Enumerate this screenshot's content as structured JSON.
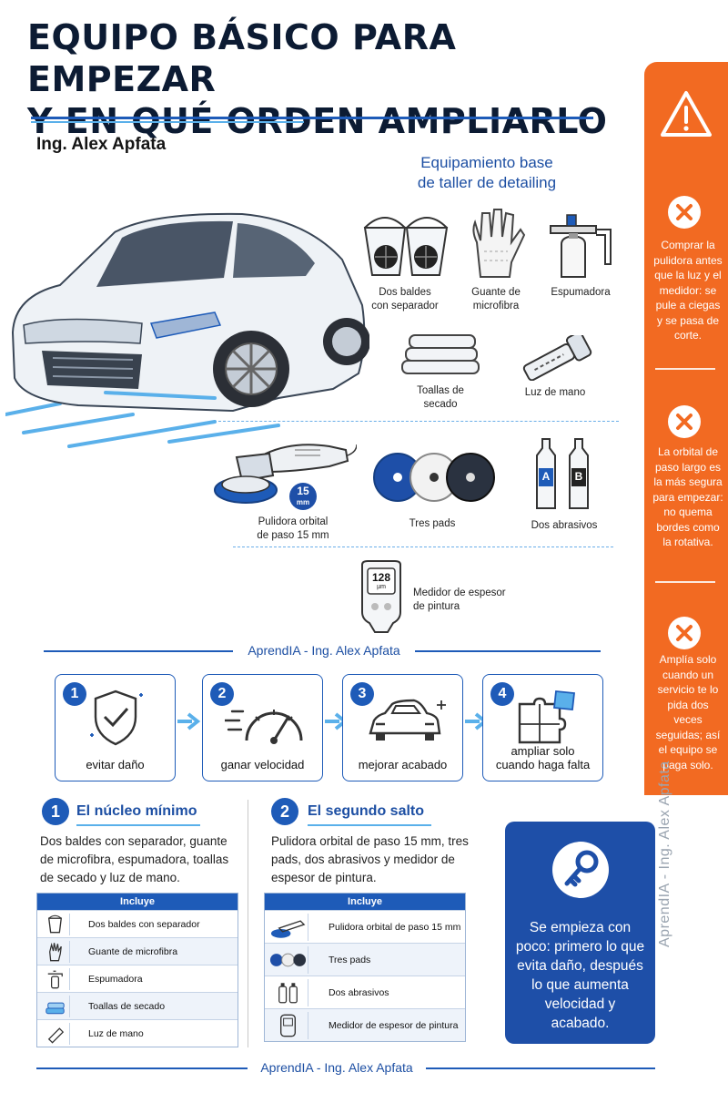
{
  "title": {
    "line1": "EQUIPO BÁSICO PARA EMPEZAR",
    "line2": "Y EN QUÉ ORDEN AMPLIARLO"
  },
  "author": "Ing. Alex Apfata",
  "base_title": {
    "line1": "Equipamiento base",
    "line2": "de taller de detailing"
  },
  "equipment": {
    "buckets": {
      "line1": "Dos baldes",
      "line2": "con separador"
    },
    "glove": {
      "line1": "Guante de",
      "line2": "microfibra"
    },
    "foamer": "Espumadora",
    "towels": {
      "line1": "Toallas de",
      "line2": "secado"
    },
    "light": "Luz de mano",
    "polisher": {
      "line1": "Pulidora orbital",
      "line2": "de paso 15 mm",
      "badge_num": "15",
      "badge_unit": "mm"
    },
    "pads": "Tres pads",
    "abrasives": {
      "label": "Dos abrasivos",
      "a": "A",
      "b": "B"
    },
    "gauge": {
      "line1": "Medidor de espesor",
      "line2": "de pintura",
      "reading": "128",
      "unit": "µm"
    }
  },
  "sidebar": {
    "items": [
      {
        "text": "Comprar la pulidora antes que la luz y el medidor: se pule a ciegas y se pasa de corte."
      },
      {
        "text": "La orbital de paso largo es la más segura para empezar: no quema bordes como la rotativa."
      },
      {
        "text": "Amplía solo cuando un servicio te lo pida dos veces seguidas; así el equipo se paga solo."
      }
    ]
  },
  "brand": "AprendIA - Ing. Alex Apfata",
  "steps": [
    {
      "num": "1",
      "label": "evitar daño",
      "label2": ""
    },
    {
      "num": "2",
      "label": "ganar velocidad",
      "label2": ""
    },
    {
      "num": "3",
      "label": "mejorar acabado",
      "label2": ""
    },
    {
      "num": "4",
      "label": "ampliar solo",
      "label2": "cuando haga falta"
    }
  ],
  "section1": {
    "num": "1",
    "title": "El núcleo mínimo",
    "text": "Dos baldes con separador, guante de microfibra, espumadora, toallas de secado y luz de mano.",
    "table_head": "Incluye",
    "rows": [
      "Dos baldes con separador",
      "Guante de microfibra",
      "Espumadora",
      "Toallas de secado",
      "Luz de mano"
    ]
  },
  "section2": {
    "num": "2",
    "title": "El segundo salto",
    "text": "Pulidora orbital de paso 15 mm, tres pads, dos abrasivos y medidor de espesor de pintura.",
    "table_head": "Incluye",
    "rows": [
      "Pulidora orbital de paso 15 mm",
      "Tres pads",
      "Dos abrasivos",
      "Medidor de espesor de pintura"
    ]
  },
  "key_box": {
    "text": "Se empieza con poco: primero lo que evita daño, después lo que aumenta velocidad y acabado."
  },
  "colors": {
    "navy": "#0c1b33",
    "blue": "#1e5bb8",
    "light_blue": "#5ab0ea",
    "orange": "#f26a22"
  }
}
